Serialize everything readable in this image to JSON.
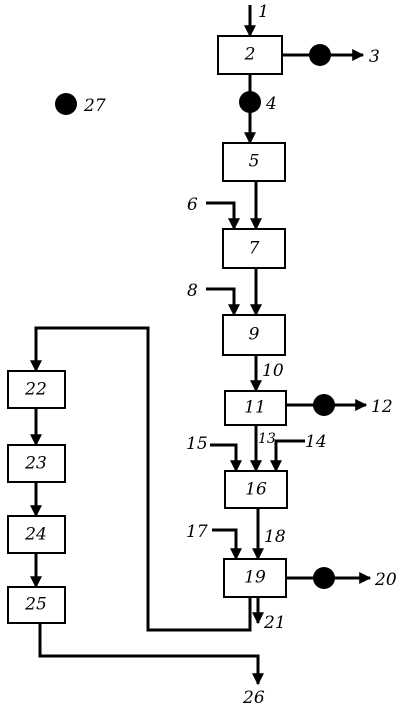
{
  "colors": {
    "ink": "#000000",
    "paper": "#ffffff"
  },
  "boxes": {
    "b2": "2",
    "b5": "5",
    "b7": "7",
    "b9": "9",
    "b11": "11",
    "b16": "16",
    "b19": "19",
    "b22": "22",
    "b23": "23",
    "b24": "24",
    "b25": "25"
  },
  "streams": {
    "s1": "1",
    "s3": "3",
    "s4": "4",
    "s6": "6",
    "s8": "8",
    "s10": "10",
    "s12": "12",
    "s13": "13",
    "s14": "14",
    "s15": "15",
    "s17": "17",
    "s18": "18",
    "s20": "20",
    "s21": "21",
    "s26": "26",
    "s27": "27"
  }
}
